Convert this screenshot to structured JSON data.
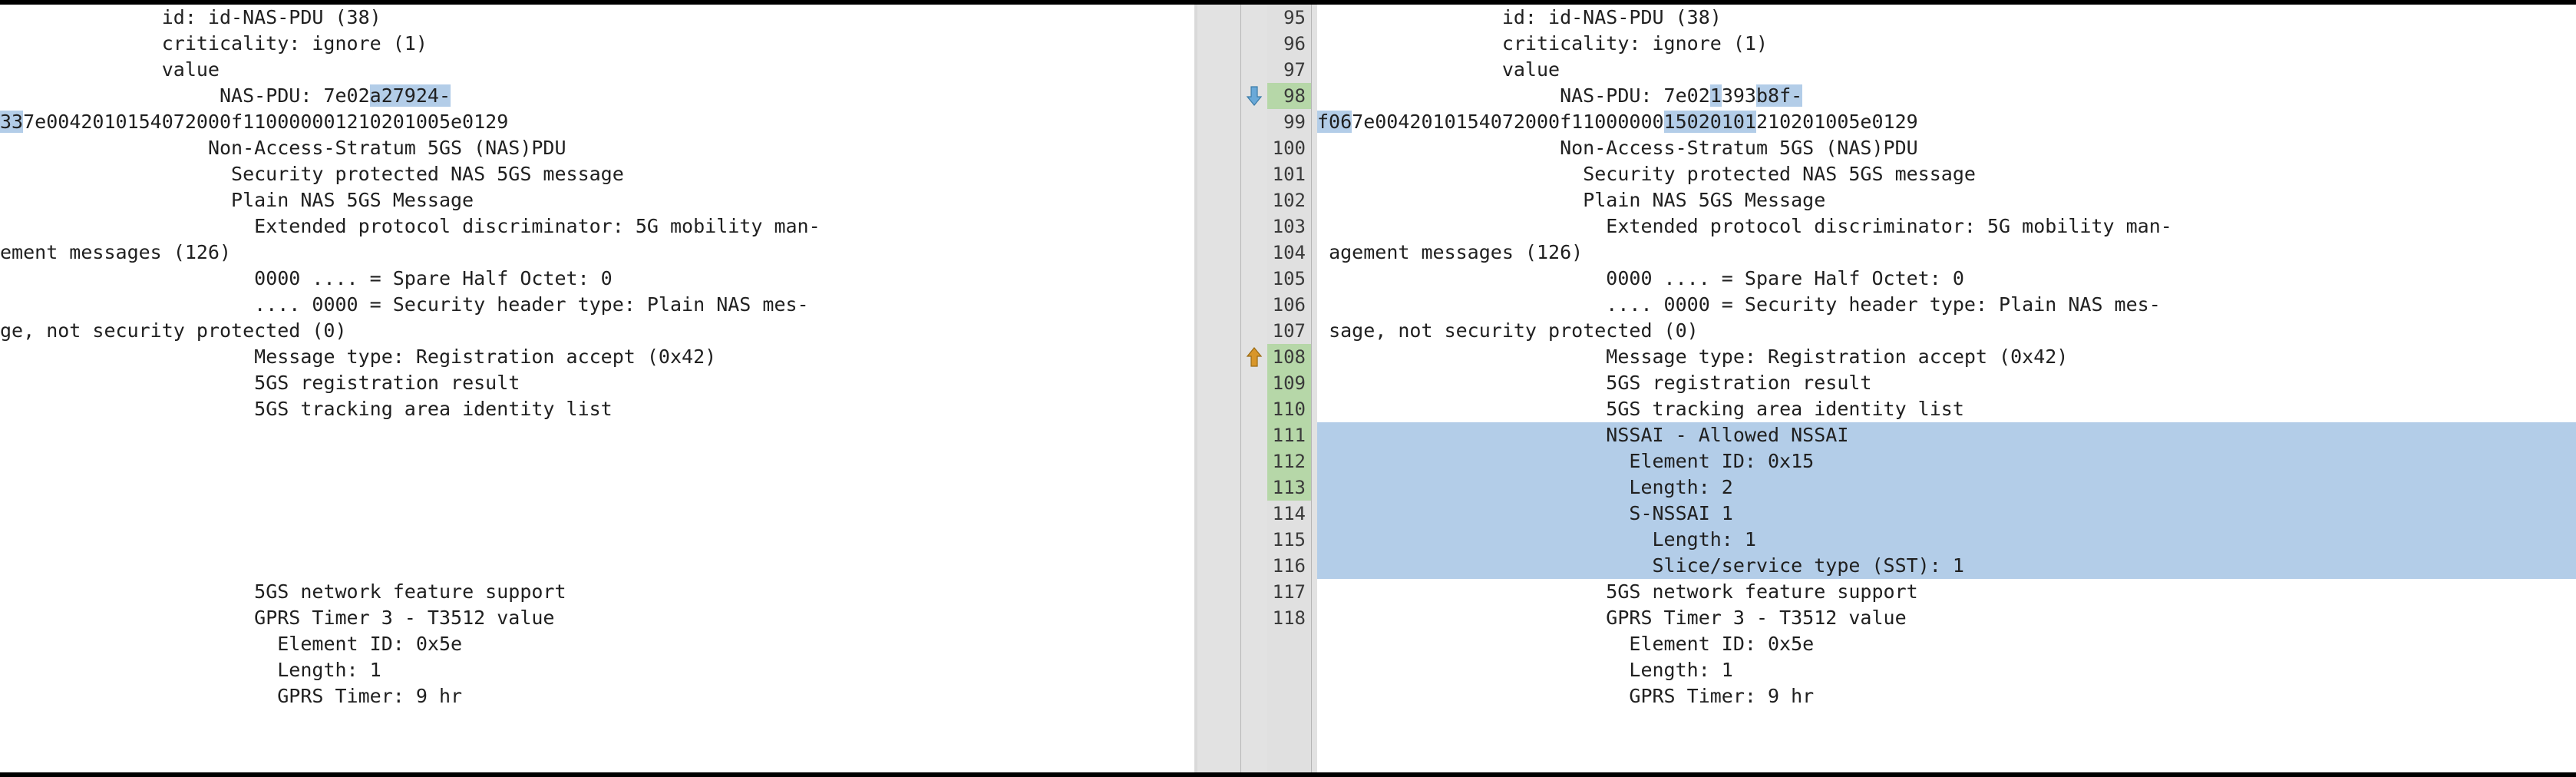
{
  "view": {
    "type": "side-by-side-text-diff",
    "app": "packet-dissection-diff",
    "colors": {
      "highlight_blue": "#b3cde8",
      "added_line_green": "#b6d7a8",
      "gutter_gray": "#e2e2e2",
      "down_arrow_blue": "#6aa9d8",
      "up_arrow_orange": "#d8962a",
      "text": "#202020",
      "background": "#ffffff"
    }
  },
  "gutter": {
    "line_numbers": [
      95,
      96,
      97,
      98,
      99,
      100,
      101,
      102,
      103,
      104,
      105,
      106,
      107,
      108,
      109,
      110,
      111,
      112,
      113,
      114,
      115,
      116,
      117,
      118
    ],
    "green_line_numbers": [
      98,
      108,
      109,
      110,
      111,
      112,
      113
    ],
    "markers": [
      {
        "line": 98,
        "icon": "arrow-down-icon",
        "color": "#6aa9d8"
      },
      {
        "line": 108,
        "icon": "arrow-up-icon",
        "color": "#d8962a"
      }
    ]
  },
  "left_pane": {
    "name": "original-dissection",
    "rows": [
      {
        "indent": 14,
        "segments": [
          {
            "t": "id: id-NAS-PDU (38)"
          }
        ]
      },
      {
        "indent": 14,
        "segments": [
          {
            "t": "criticality: ignore (1)"
          }
        ]
      },
      {
        "indent": 14,
        "segments": [
          {
            "t": "value"
          }
        ]
      },
      {
        "indent": 19,
        "segments": [
          {
            "t": "NAS-PDU: 7e02"
          },
          {
            "t": "a279",
            "h": true
          },
          {
            "t": "24-",
            "h": true
          }
        ]
      },
      {
        "indent": 0,
        "segments": [
          {
            "t": "33",
            "h": true
          },
          {
            "t": "7e0042010154072000f110000001210201005e0129"
          }
        ]
      },
      {
        "indent": 18,
        "segments": [
          {
            "t": "Non-Access-Stratum 5GS (NAS)PDU"
          }
        ]
      },
      {
        "indent": 20,
        "segments": [
          {
            "t": "Security protected NAS 5GS message"
          }
        ]
      },
      {
        "indent": 20,
        "segments": [
          {
            "t": "Plain NAS 5GS Message"
          }
        ]
      },
      {
        "indent": 22,
        "segments": [
          {
            "t": "Extended protocol discriminator: 5G mobility man-"
          }
        ]
      },
      {
        "indent": 0,
        "segments": [
          {
            "t": "ement messages (126)"
          }
        ]
      },
      {
        "indent": 22,
        "segments": [
          {
            "t": "0000 .... = Spare Half Octet: 0"
          }
        ]
      },
      {
        "indent": 22,
        "segments": [
          {
            "t": ".... 0000 = Security header type: Plain NAS mes-"
          }
        ]
      },
      {
        "indent": 0,
        "segments": [
          {
            "t": "ge, not security protected (0)"
          }
        ]
      },
      {
        "indent": 22,
        "segments": [
          {
            "t": "Message type: Registration accept (0x42)"
          }
        ]
      },
      {
        "indent": 22,
        "segments": [
          {
            "t": "5GS registration result"
          }
        ]
      },
      {
        "indent": 22,
        "segments": [
          {
            "t": "5GS tracking area identity list"
          }
        ]
      },
      {
        "indent": 0,
        "segments": [
          {
            "t": ""
          }
        ]
      },
      {
        "indent": 0,
        "segments": [
          {
            "t": ""
          }
        ]
      },
      {
        "indent": 0,
        "segments": [
          {
            "t": ""
          }
        ]
      },
      {
        "indent": 0,
        "segments": [
          {
            "t": ""
          }
        ]
      },
      {
        "indent": 0,
        "segments": [
          {
            "t": ""
          }
        ]
      },
      {
        "indent": 0,
        "segments": [
          {
            "t": ""
          }
        ]
      },
      {
        "indent": 22,
        "segments": [
          {
            "t": "5GS network feature support"
          }
        ]
      },
      {
        "indent": 22,
        "segments": [
          {
            "t": "GPRS Timer 3 - T3512 value"
          }
        ]
      },
      {
        "indent": 24,
        "segments": [
          {
            "t": "Element ID: 0x5e"
          }
        ]
      },
      {
        "indent": 24,
        "segments": [
          {
            "t": "Length: 1"
          }
        ]
      },
      {
        "indent": 24,
        "segments": [
          {
            "t": "GPRS Timer: 9 hr"
          }
        ]
      }
    ]
  },
  "right_pane": {
    "name": "modified-dissection",
    "rows": [
      {
        "indent": 16,
        "segments": [
          {
            "t": "id: id-NAS-PDU (38)"
          }
        ]
      },
      {
        "indent": 16,
        "segments": [
          {
            "t": "criticality: ignore (1)"
          }
        ]
      },
      {
        "indent": 16,
        "segments": [
          {
            "t": "value"
          }
        ]
      },
      {
        "indent": 21,
        "segments": [
          {
            "t": "NAS-PDU: 7e02"
          },
          {
            "t": "1",
            "h": true
          },
          {
            "t": "393"
          },
          {
            "t": "b8f-",
            "h": true
          }
        ]
      },
      {
        "indent": 0,
        "segments": [
          {
            "t": "f06",
            "h": true
          },
          {
            "t": "7e0042010154072000f11000000"
          },
          {
            "t": "15020101",
            "h": true
          },
          {
            "t": "210201005e0129"
          }
        ]
      },
      {
        "indent": 21,
        "segments": [
          {
            "t": "Non-Access-Stratum 5GS (NAS)PDU"
          }
        ]
      },
      {
        "indent": 23,
        "segments": [
          {
            "t": "Security protected NAS 5GS message"
          }
        ]
      },
      {
        "indent": 23,
        "segments": [
          {
            "t": "Plain NAS 5GS Message"
          }
        ]
      },
      {
        "indent": 25,
        "segments": [
          {
            "t": "Extended protocol discriminator: 5G mobility man-"
          }
        ]
      },
      {
        "indent": 1,
        "segments": [
          {
            "t": "agement messages (126)"
          }
        ]
      },
      {
        "indent": 25,
        "segments": [
          {
            "t": "0000 .... = Spare Half Octet: 0"
          }
        ]
      },
      {
        "indent": 25,
        "segments": [
          {
            "t": ".... 0000 = Security header type: Plain NAS mes-"
          }
        ]
      },
      {
        "indent": 1,
        "segments": [
          {
            "t": "sage, not security protected (0)"
          }
        ]
      },
      {
        "indent": 25,
        "segments": [
          {
            "t": "Message type: Registration accept (0x42)"
          }
        ]
      },
      {
        "indent": 25,
        "segments": [
          {
            "t": "5GS registration result"
          }
        ]
      },
      {
        "indent": 25,
        "segments": [
          {
            "t": "5GS tracking area identity list"
          }
        ]
      },
      {
        "indent": 25,
        "segments": [
          {
            "t": "NSSAI - Allowed NSSAI"
          }
        ],
        "rowhl": true
      },
      {
        "indent": 27,
        "segments": [
          {
            "t": "Element ID: 0x15"
          }
        ],
        "rowhl": true
      },
      {
        "indent": 27,
        "segments": [
          {
            "t": "Length: 2"
          }
        ],
        "rowhl": true
      },
      {
        "indent": 27,
        "segments": [
          {
            "t": "S-NSSAI 1"
          }
        ],
        "rowhl": true
      },
      {
        "indent": 29,
        "segments": [
          {
            "t": "Length: 1"
          }
        ],
        "rowhl": true
      },
      {
        "indent": 29,
        "segments": [
          {
            "t": "Slice/service type (SST): 1"
          }
        ],
        "rowhl": true
      },
      {
        "indent": 25,
        "segments": [
          {
            "t": "5GS network feature support"
          }
        ]
      },
      {
        "indent": 25,
        "segments": [
          {
            "t": "GPRS Timer 3 - T3512 value"
          }
        ]
      },
      {
        "indent": 27,
        "segments": [
          {
            "t": "Element ID: 0x5e"
          }
        ]
      },
      {
        "indent": 27,
        "segments": [
          {
            "t": "Length: 1"
          }
        ]
      },
      {
        "indent": 27,
        "segments": [
          {
            "t": "GPRS Timer: 9 hr"
          }
        ]
      }
    ]
  }
}
